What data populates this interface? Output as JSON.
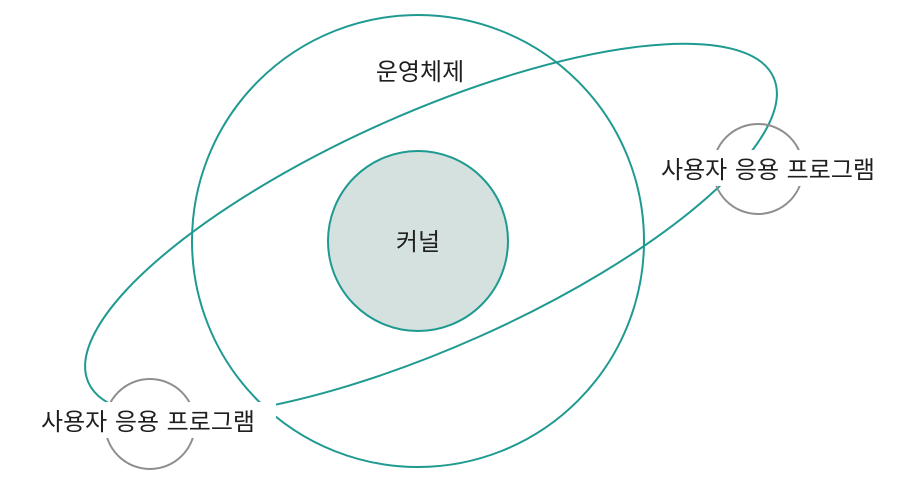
{
  "colors": {
    "teal": "#1e9a90",
    "kernel_fill": "#d5e1de",
    "gray": "#8e8e8e",
    "text": "#1f1f1f"
  },
  "labels": {
    "os": "운영체제",
    "kernel": "커널",
    "app_right": "사용자 응용 프로그램",
    "app_left": "사용자 응용 프로그램"
  }
}
